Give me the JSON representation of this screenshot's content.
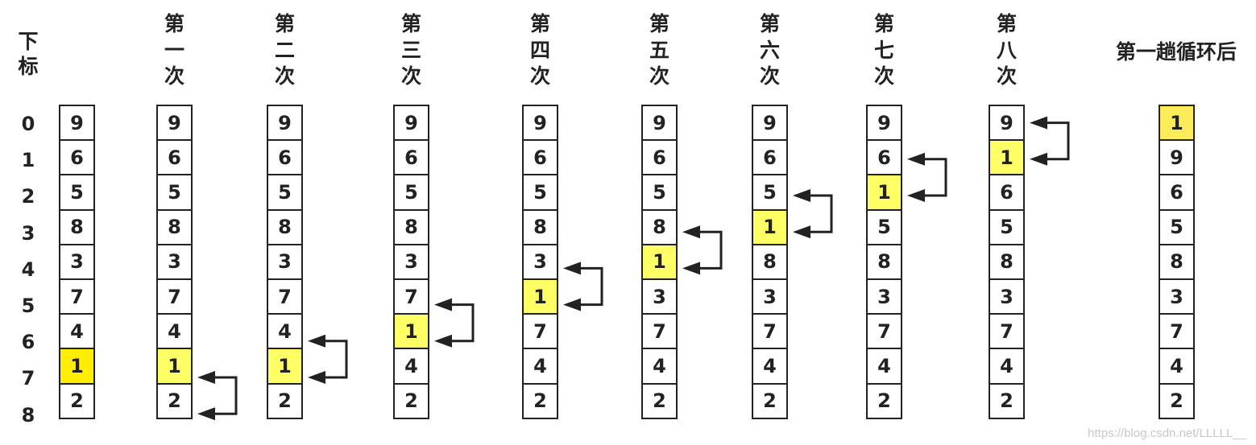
{
  "index_header": "下\n标",
  "indices": [
    "0",
    "1",
    "2",
    "3",
    "4",
    "5",
    "6",
    "7",
    "8"
  ],
  "final_header": "第一趟循环后",
  "columns": [
    {
      "header": "",
      "values": [
        "9",
        "6",
        "5",
        "8",
        "3",
        "7",
        "4",
        "1",
        "2"
      ],
      "highlight": 7,
      "swap": null
    },
    {
      "header": "第\n一\n次",
      "values": [
        "9",
        "6",
        "5",
        "8",
        "3",
        "7",
        "4",
        "1",
        "2"
      ],
      "highlight": 7,
      "swap": [
        7,
        8
      ]
    },
    {
      "header": "第\n二\n次",
      "values": [
        "9",
        "6",
        "5",
        "8",
        "3",
        "7",
        "4",
        "1",
        "2"
      ],
      "highlight": 7,
      "swap": [
        6,
        7
      ]
    },
    {
      "header": "第\n三\n次",
      "values": [
        "9",
        "6",
        "5",
        "8",
        "3",
        "7",
        "1",
        "4",
        "2"
      ],
      "highlight": 6,
      "swap": [
        5,
        6
      ]
    },
    {
      "header": "第\n四\n次",
      "values": [
        "9",
        "6",
        "5",
        "8",
        "3",
        "1",
        "7",
        "4",
        "2"
      ],
      "highlight": 5,
      "swap": [
        4,
        5
      ]
    },
    {
      "header": "第\n五\n次",
      "values": [
        "9",
        "6",
        "5",
        "8",
        "1",
        "3",
        "7",
        "4",
        "2"
      ],
      "highlight": 4,
      "swap": [
        3,
        4
      ]
    },
    {
      "header": "第\n六\n次",
      "values": [
        "9",
        "6",
        "5",
        "1",
        "8",
        "3",
        "7",
        "4",
        "2"
      ],
      "highlight": 3,
      "swap": [
        2,
        3
      ]
    },
    {
      "header": "第\n七\n次",
      "values": [
        "9",
        "6",
        "1",
        "5",
        "8",
        "3",
        "7",
        "4",
        "2"
      ],
      "highlight": 2,
      "swap": [
        1,
        2
      ]
    },
    {
      "header": "第\n八\n次",
      "values": [
        "9",
        "1",
        "6",
        "5",
        "8",
        "3",
        "7",
        "4",
        "2"
      ],
      "highlight": 1,
      "swap": [
        0,
        1
      ]
    }
  ],
  "final_column": {
    "values": [
      "1",
      "9",
      "6",
      "5",
      "8",
      "3",
      "7",
      "4",
      "2"
    ],
    "highlight": 0
  },
  "colors": {
    "highlight_initial": "#ffee00",
    "highlight": "#ffff66",
    "highlight_final": "#fcec5a",
    "stroke": "#222222"
  },
  "watermark": "https://blog.csdn.net/LLLLL__"
}
